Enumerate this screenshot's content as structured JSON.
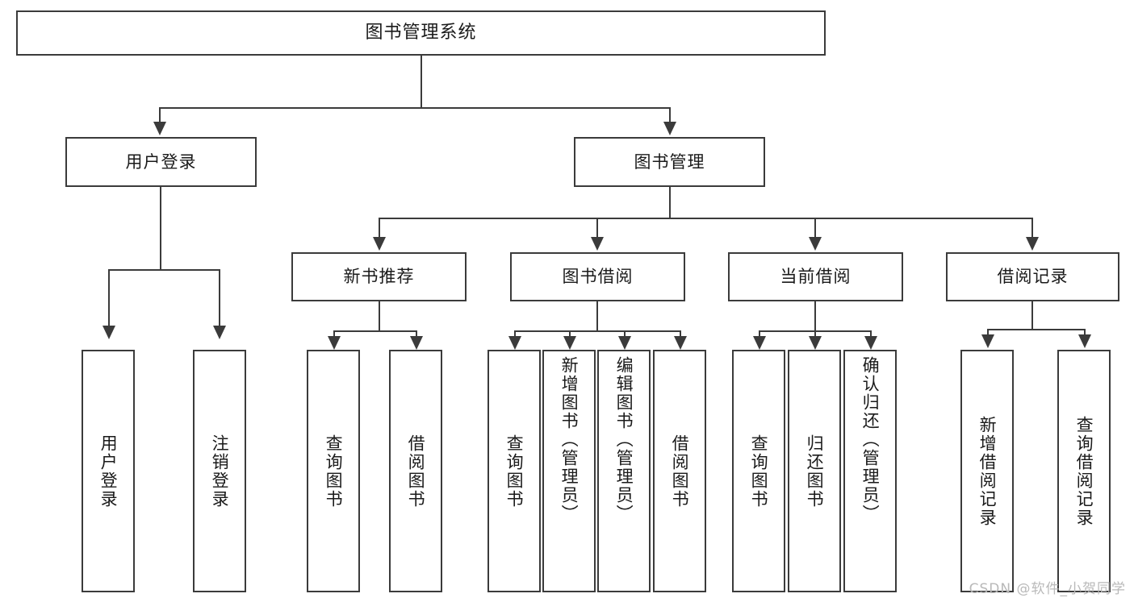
{
  "diagram": {
    "title": "图书管理系统",
    "type": "tree",
    "root": {
      "label": "图书管理系统"
    },
    "level1": [
      {
        "label": "用户登录"
      },
      {
        "label": "图书管理"
      }
    ],
    "level2": [
      {
        "label": "新书推荐"
      },
      {
        "label": "图书借阅"
      },
      {
        "label": "当前借阅"
      },
      {
        "label": "借阅记录"
      }
    ],
    "leaves": {
      "user_login": [
        {
          "label": "用户登录"
        },
        {
          "label": "注销登录"
        }
      ],
      "new_book_recommend": [
        {
          "label": "查询图书"
        },
        {
          "label": "借阅图书"
        }
      ],
      "book_borrow": [
        {
          "label": "查询图书"
        },
        {
          "label": "新增图书（管理员）"
        },
        {
          "label": "编辑图书（管理员）"
        },
        {
          "label": "借阅图书"
        }
      ],
      "current_borrow": [
        {
          "label": "查询图书"
        },
        {
          "label": "归还图书"
        },
        {
          "label": "确认归还（管理员）"
        }
      ],
      "borrow_record": [
        {
          "label": "新增借阅记录"
        },
        {
          "label": "查询借阅记录"
        }
      ]
    }
  },
  "watermark": {
    "text": "CSDN @软件_小贺同学"
  },
  "colors": {
    "stroke": "#3b3b3b",
    "text": "#1a1a1a",
    "background": "#ffffff",
    "watermark": "#b9b9b9"
  }
}
